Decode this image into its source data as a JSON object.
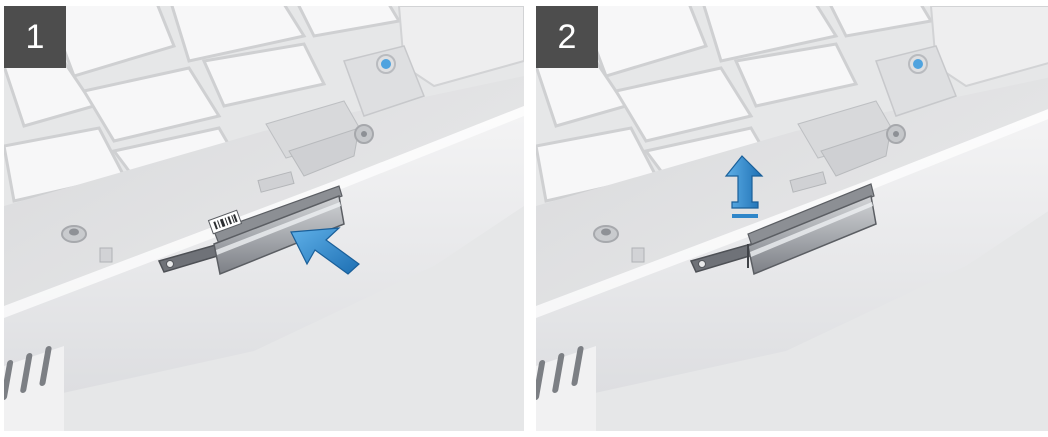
{
  "steps": [
    {
      "number": "1",
      "action": "push-in"
    },
    {
      "number": "2",
      "action": "lift-up"
    }
  ],
  "colors": {
    "badge_bg": "#4d4d4d",
    "badge_text": "#ffffff",
    "arrow": "#2f86c9",
    "chassis": "#dfe0e2",
    "chassis_light": "#f2f2f3"
  }
}
